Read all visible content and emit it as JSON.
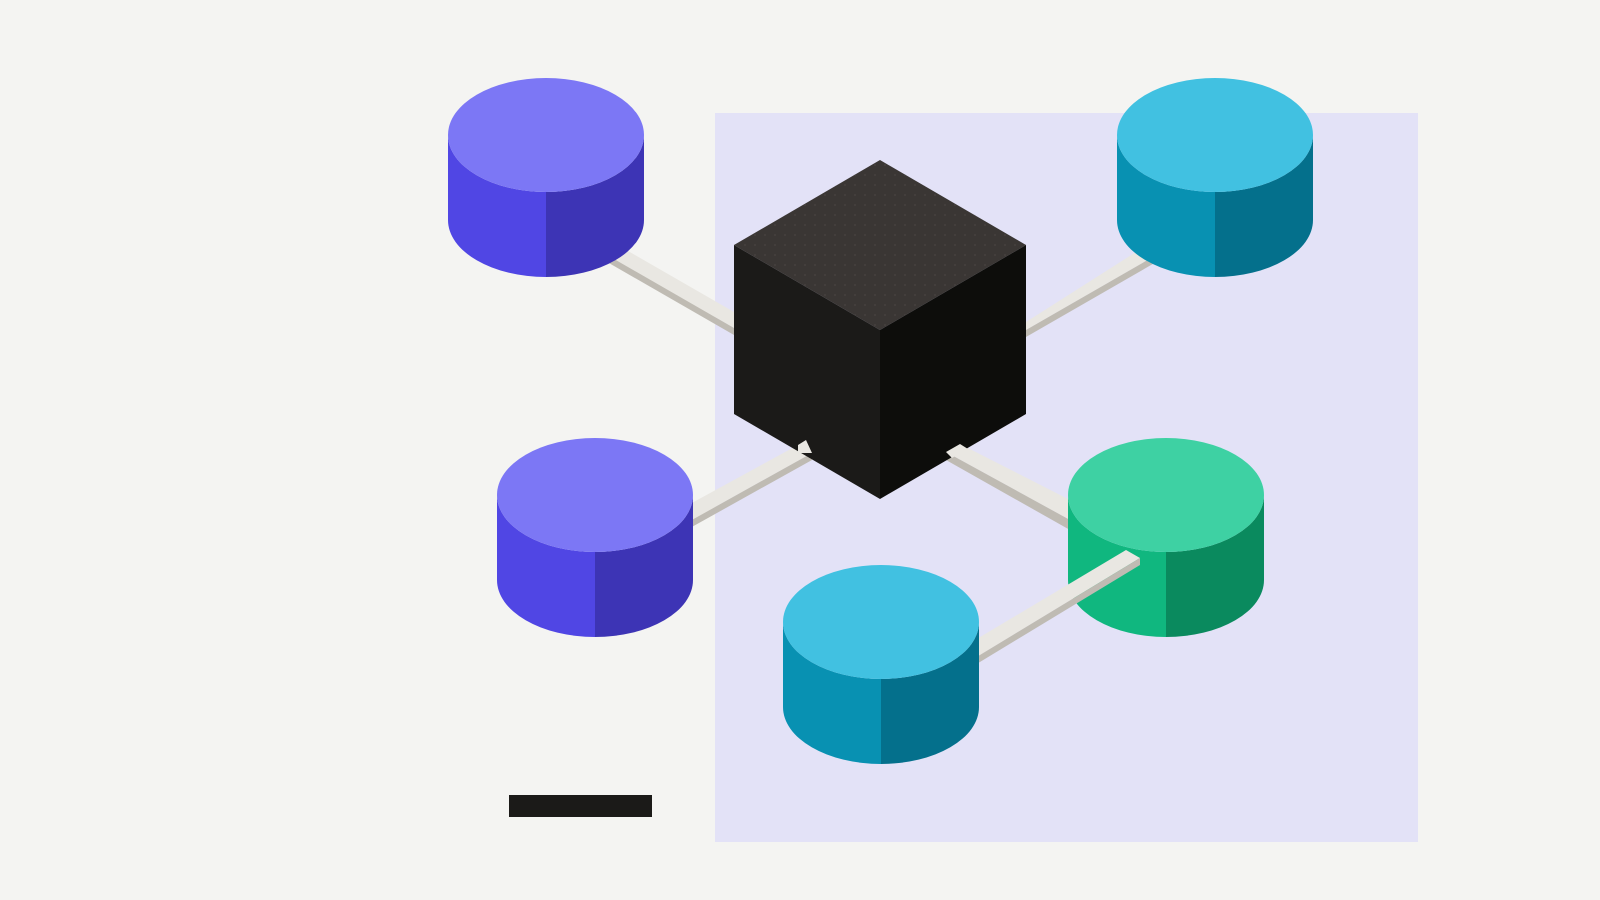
{
  "colors": {
    "background": "#f4f4f2",
    "panel": "#e3e2f7",
    "cube_top": "#3a3634",
    "cube_left": "#1b1a18",
    "cube_right": "#0d0d0b",
    "connector_top": "#e9e7e2",
    "connector_side": "#bfbbb3",
    "legend_bar": "#1b1a18"
  },
  "hub": {
    "icon": "isometric-cube-icon",
    "texture": "dotted"
  },
  "nodes": [
    {
      "id": "db-top-left",
      "icon": "database-cylinder-icon",
      "top": "#7c77f5",
      "left": "#5046e4",
      "right": "#3d34b5"
    },
    {
      "id": "db-top-right",
      "icon": "database-cylinder-icon",
      "top": "#41c1e1",
      "left": "#0891b2",
      "right": "#04708c"
    },
    {
      "id": "db-middle-left",
      "icon": "database-cylinder-icon",
      "top": "#7c77f5",
      "left": "#5046e4",
      "right": "#3d34b5"
    },
    {
      "id": "db-middle-right",
      "icon": "database-cylinder-icon",
      "top": "#3ed1a3",
      "left": "#10b77f",
      "right": "#0a8a5e"
    },
    {
      "id": "db-bottom",
      "icon": "database-cylinder-icon",
      "top": "#41c1e1",
      "left": "#0891b2",
      "right": "#04708c"
    }
  ],
  "connections": [
    [
      "hub",
      "db-top-left"
    ],
    [
      "hub",
      "db-top-right"
    ],
    [
      "hub",
      "db-middle-left"
    ],
    [
      "hub",
      "db-middle-right"
    ],
    [
      "db-bottom",
      "db-middle-right"
    ]
  ]
}
